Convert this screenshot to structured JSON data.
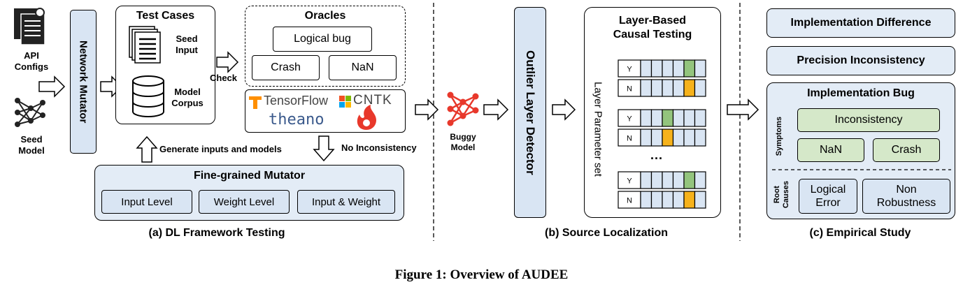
{
  "panel_a": {
    "api_configs": "API\nConfigs",
    "seed_model": "Seed\nModel",
    "network_mutator": "Network Mutator",
    "test_cases_title": "Test Cases",
    "seed_input": "Seed\nInput",
    "model_corpus": "Model\nCorpus",
    "check": "Check",
    "oracles_title": "Oracles",
    "oracle_logical": "Logical bug",
    "oracle_crash": "Crash",
    "oracle_nan": "NaN",
    "fw_tensorflow": "TensorFlow",
    "fw_cntk": "CNTK",
    "fw_theano": "theano",
    "generate_label": "Generate inputs and models",
    "no_inconsistency": "No Inconsistency",
    "mutator_title": "Fine-grained Mutator",
    "level_input": "Input Level",
    "level_weight": "Weight Level",
    "level_both": "Input & Weight",
    "caption": "(a) DL Framework Testing"
  },
  "panel_b": {
    "buggy_model": "Buggy\nModel",
    "outlier_detector": "Outlier Layer Detector",
    "causal_title": "Layer-Based\nCausal Testing",
    "param_set": "Layer Parameter set",
    "y": "Y",
    "n": "N",
    "dots": "...",
    "caption": "(b)  Source Localization"
  },
  "panel_c": {
    "impl_difference": "Implementation Difference",
    "precision_inconsistency": "Precision Inconsistency",
    "impl_bug": "Implementation Bug",
    "symptoms": "Symptoms",
    "inconsistency": "Inconsistency",
    "nan": "NaN",
    "crash": "Crash",
    "root_causes": "Root\nCauses",
    "logical_error": "Logical\nError",
    "non_robustness": "Non\nRobustness",
    "caption": "(c)  Empirical Study"
  },
  "figure_caption": "Figure 1: Overview of AUDEE",
  "colors": {
    "blue_fill": "#d9e5f3",
    "green_fill": "#d5e8c9",
    "highlight_green": "#93c47d",
    "highlight_orange": "#f6b21b",
    "network_red": "#e8382b",
    "tf_orange": "#ff8f00",
    "theano_blue": "#3b5a8c"
  }
}
